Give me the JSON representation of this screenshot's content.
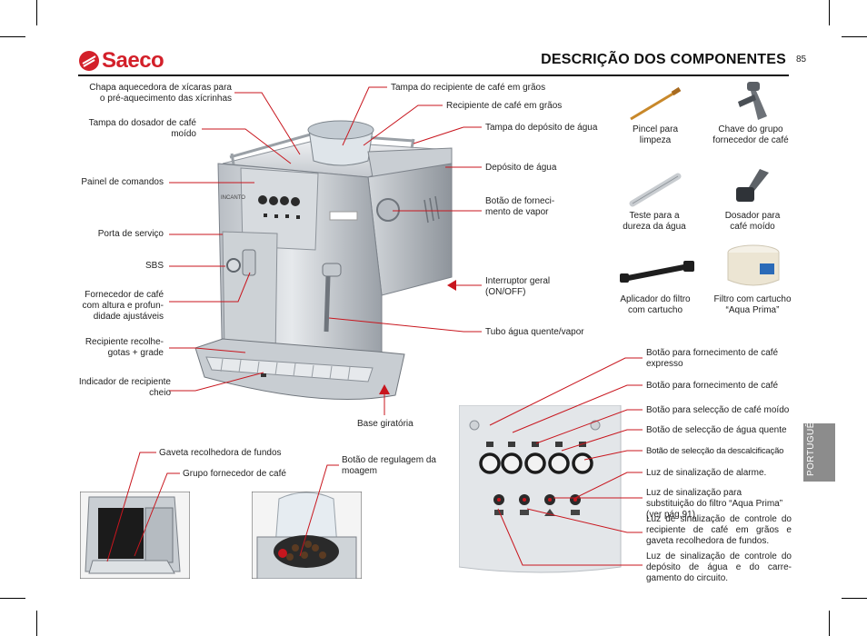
{
  "header": {
    "brand": "Saeco",
    "title": "DESCRIÇÃO DOS COMPONENTES",
    "page_number": "85",
    "language_tab": "PORTUGUÊS"
  },
  "left_labels": [
    "Chapa aquecedora de xícaras para o pré-aquecimento das xícrinhas",
    "Tampa do dosador de café moído",
    "Painel de comandos",
    "Porta de serviço",
    "SBS",
    "Fornecedor de café com altura e profun-didade ajustáveis",
    "Recipiente recolhe-gotas + grade",
    "Indicador de recipiente cheio"
  ],
  "top_labels": [
    "Tampa do recipiente de café em grãos",
    "Recipiente de café em grãos"
  ],
  "right_labels": [
    "Tampa do depósito de água",
    "Depósito de água",
    "Botão de forneci-mento de vapor",
    "Interruptor geral (ON/OFF)",
    "Tubo água quente/vapor"
  ],
  "base_label": "Base giratória",
  "bottom_labels": {
    "drawer": "Gaveta recolhedora de fundos",
    "group": "Grupo fornecedor de café",
    "grind": "Botão de regulagem da moagem"
  },
  "accessories": [
    "Pincel para limpeza",
    "Chave do grupo fornecedor de café",
    "Teste para a dureza da água",
    "Dosador para café moído",
    "Aplicador do filtro com cartucho",
    "Filtro com cartucho “Aqua Prima”"
  ],
  "panel_labels": [
    "Botão para fornecimento de café expresso",
    "Botão para fornecimento de café",
    "Botão para selecção de café moído",
    "Botão de selecção de água quente",
    "Botão de selecção da descalcificação",
    "Luz de sinalização de alarme.",
    "Luz de sinalização para substituição do filtro “Aqua Prima” (ver pág.91)",
    "Luz de sinalização de controle do recipiente de café em grãos e gaveta recolhedora de fundos.",
    "Luz de sinalização de controle do depósito de água e do carre-gamento do circuito."
  ],
  "machine_model": "INCANTO",
  "colors": {
    "brand_red": "#d3202a",
    "leader_red": "#c8161e",
    "tab_gray": "#8c8c8c"
  }
}
